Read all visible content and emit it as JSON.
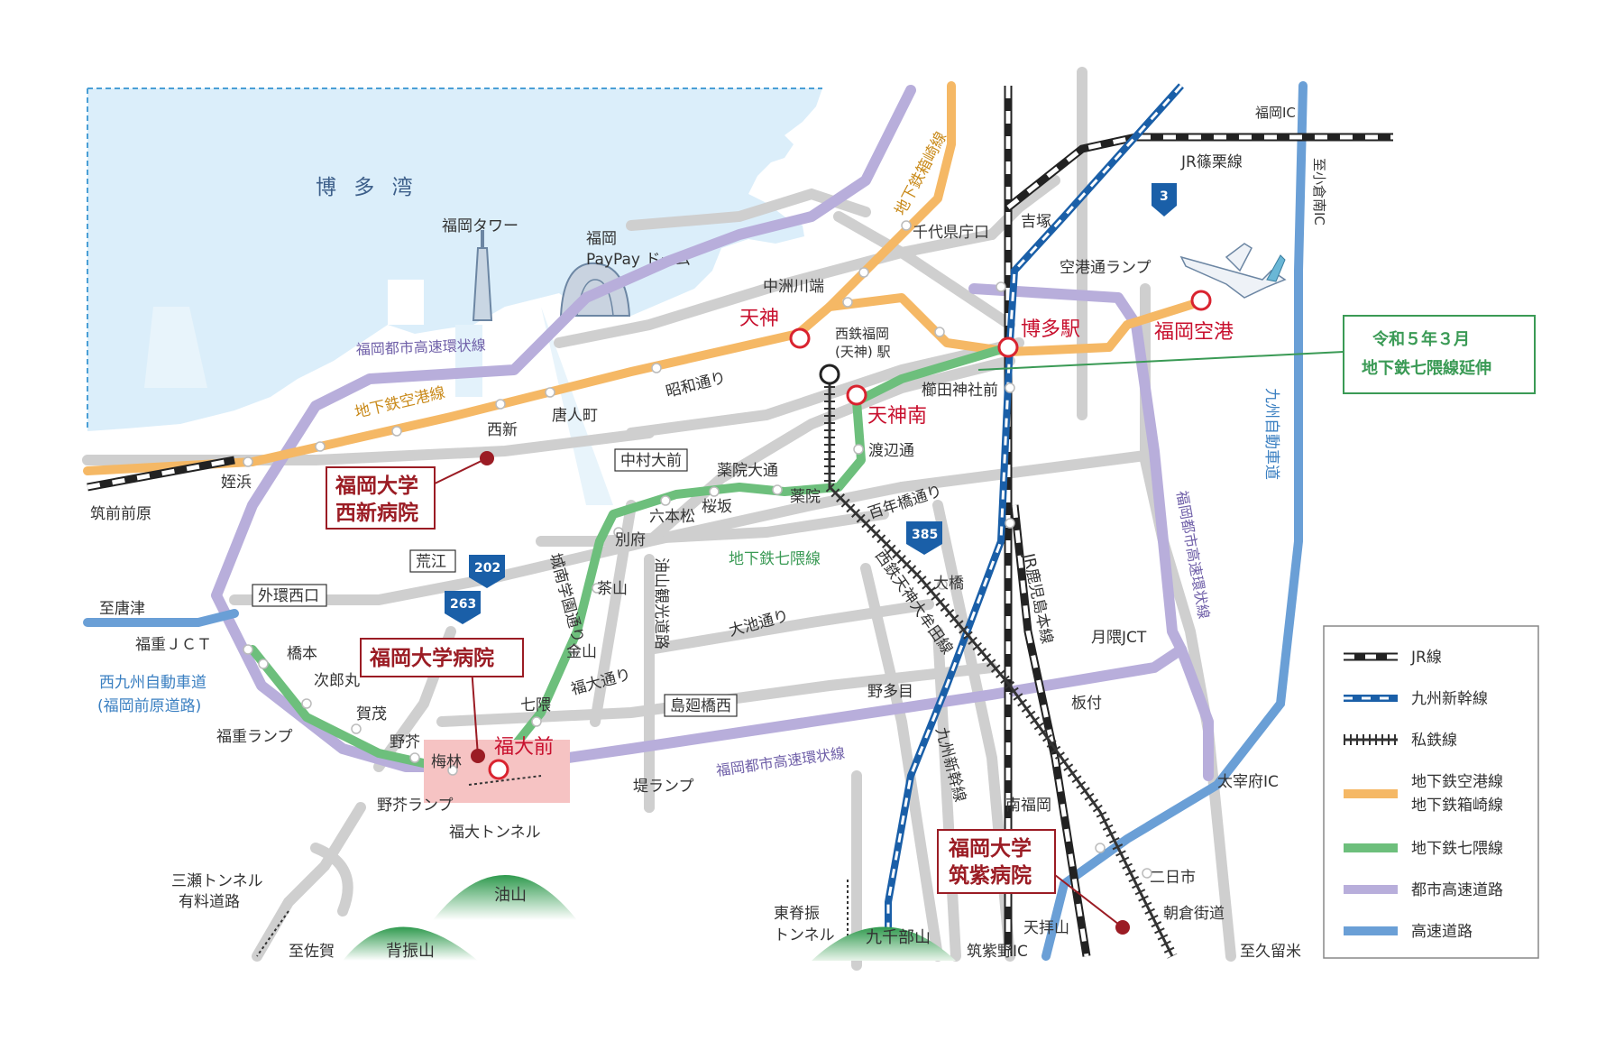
{
  "sea": {
    "name": "博 多 湾"
  },
  "landmarks": {
    "fukuoka_tower": "福岡タワー",
    "dome_line1": "福岡",
    "dome_line2": "PayPay ドーム"
  },
  "stations_major": {
    "tenjin": "天神",
    "hakata": "博多駅",
    "fukuoka_airport": "福岡空港",
    "tenjin_minami": "天神南",
    "fukudaimae": "福大前"
  },
  "stations": {
    "nakasu_kawabata": "中洲川端",
    "chiyo_kencho": "千代県庁口",
    "yoshizuka": "吉塚",
    "nishitetsu_line1": "西鉄福岡",
    "nishitetsu_line2": "(天神) 駅",
    "kushida": "櫛田神社前",
    "watanabe": "渡辺通",
    "yakuin": "薬院",
    "yakuin_odori": "薬院大通",
    "sakurazaka": "桜坂",
    "ropponmatsu": "六本松",
    "beppu": "別府",
    "chayama": "茶山",
    "kanayama": "金山",
    "nanakuma": "七隈",
    "umebayashi": "梅林",
    "noke": "野芥",
    "kamo": "賀茂",
    "jirojmaru": "次郎丸",
    "hashimoto": "橋本",
    "meinohama": "姪浜",
    "chikuzen_maebaru": "筑前前原",
    "nishijin": "西新",
    "tojinmachi": "唐人町",
    "ohashi": "大橋",
    "nonakame": "野多目",
    "minami_fukuoka": "南福岡",
    "futsukaichi": "二日市",
    "tenpaizan": "天拝山"
  },
  "boxed_labels": {
    "nakamura": "中村大前",
    "arae": "荒江",
    "gaikan_nishiguchi": "外環西口",
    "shimamehashi_nishi": "島廻橋西"
  },
  "roads": {
    "showa": "昭和通り",
    "hyakunenbashi": "百年橋通り",
    "oike": "大池通り",
    "fukudai_dori": "福大通り",
    "jonan_line1": "城南学園通り",
    "aburayama_line": "油山観光道路",
    "toshi_kosoku_north": "福岡都市高速環状線",
    "toshi_kosoku_south": "福岡都市高速環状線",
    "toshi_kosoku_east": "福岡都市高速環状線",
    "kyushu_expwy": "九州自動車道",
    "nishi_kyushu_line1": "西九州自動車道",
    "nishi_kyushu_line2": "(福岡前原道路)",
    "to_karatsu": "至唐津",
    "to_kokura_line": "至小倉南IC",
    "to_saga": "至佐賀",
    "to_kurume": "至久留米",
    "fukuoka_ic": "福岡IC",
    "kuko_ramp": "空港通ランプ",
    "fukushige_jct": "福重ＪＣＴ",
    "fukushige_ramp": "福重ランプ",
    "noke_ramp": "野芥ランプ",
    "tsutsumi_ramp": "堤ランプ",
    "tsukikuma_jct": "月隈JCT",
    "itazuke": "板付",
    "dazaifu_ic": "太宰府IC",
    "chikushino_ic": "筑紫野IC",
    "asakura_kaido": "朝倉街道",
    "fukudai_tunnel": "福大トンネル",
    "mitose_line1": "三瀬トンネル",
    "mitose_line2": "有料道路",
    "higashi_sefuri_line1": "東脊振",
    "higashi_sefuri_line2": "トンネル"
  },
  "lines": {
    "airport_line": "地下鉄空港線",
    "hakozaki_line": "地下鉄箱崎線",
    "nanakuma_line": "地下鉄七隈線",
    "jr_sasaguri": "JR篠栗線",
    "jr_kagoshima": "JR鹿児島本線",
    "nishitetsu_tenjin_omuta": "西鉄天神大牟田線",
    "kyushu_shinkansen": "九州新幹線"
  },
  "route_shields": {
    "r3": "3",
    "r202": "202",
    "r263": "263",
    "r385": "385"
  },
  "mountains": {
    "aburayama": "油山",
    "sefurisan": "背振山",
    "kusenbuyama": "九千部山"
  },
  "hospitals": {
    "nishijin_line1": "福岡大学",
    "nishijin_line2": "西新病院",
    "main": "福岡大学病院",
    "chikushi_line1": "福岡大学",
    "chikushi_line2": "筑紫病院"
  },
  "callout": {
    "line1": "令和５年３月",
    "line2": "地下鉄七隈線延伸"
  },
  "legend": {
    "items": [
      {
        "label": "JR線"
      },
      {
        "label": "九州新幹線"
      },
      {
        "label": "私鉄線"
      },
      {
        "label": "地下鉄空港線",
        "label2": "地下鉄箱崎線"
      },
      {
        "label": "地下鉄七隈線"
      },
      {
        "label": "都市高速道路"
      },
      {
        "label": "高速道路"
      }
    ]
  },
  "colors": {
    "sea": "#dbeefa",
    "road": "#cfcfcf",
    "toshi_kosoku": "#b8aedb",
    "expressway": "#6a9fd6",
    "airport_line": "#f5b865",
    "nanakuma_line": "#6dbf7c",
    "shinkansen": "#1a5fa8",
    "station_red": "#d9232f",
    "hospital": "#9b1c24"
  }
}
